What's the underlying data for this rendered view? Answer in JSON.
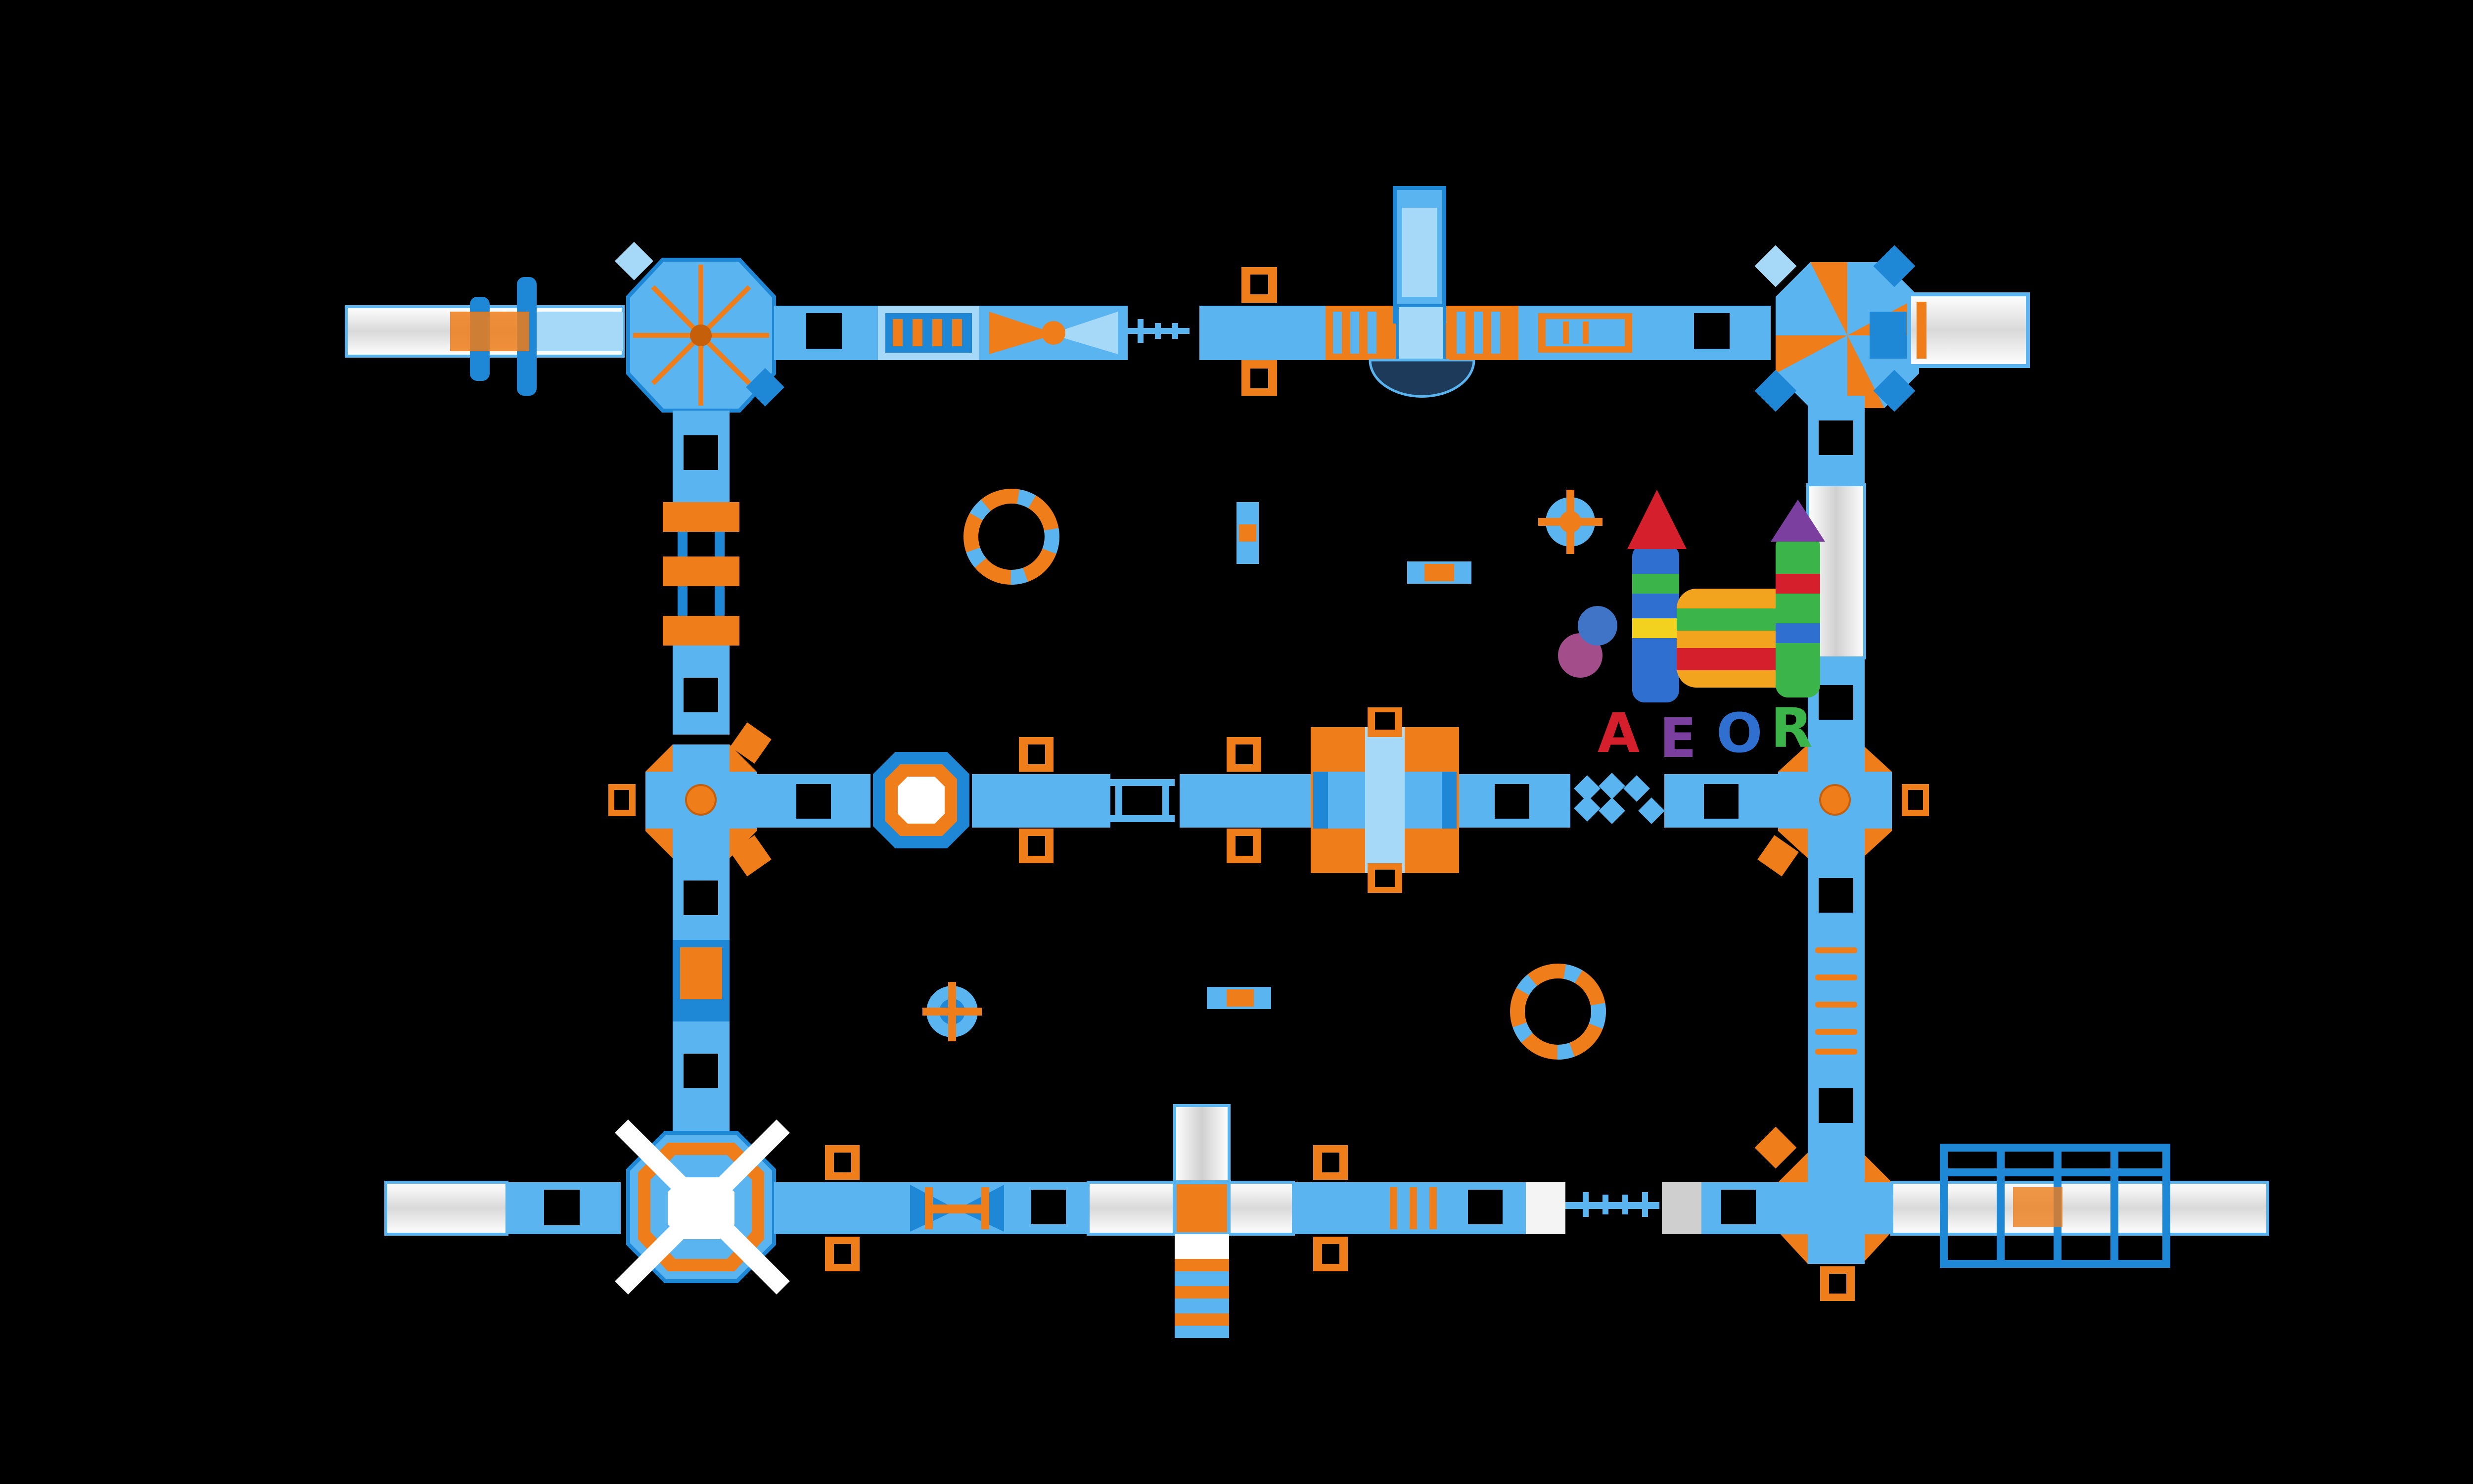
{
  "image": {
    "description_visible": false
  },
  "colors": {
    "background": "#000000",
    "blue": "#5ab4ef",
    "blue_dark": "#1e88d6",
    "blue_light": "#a6d8f7",
    "orange": "#ee7d1a",
    "orange_dark": "#c65f0a",
    "white": "#f4f4f4",
    "grey": "#cfcfcf"
  },
  "logo": {
    "letters": [
      "A",
      "E",
      "O",
      "R"
    ],
    "letter_colors": [
      "#d61f2c",
      "#7b3fa0",
      "#2f6fd0",
      "#3bb54a"
    ],
    "icon_name": "bounce-castle-logo-icon"
  },
  "legend_icons": [
    "water-slide-icon",
    "octagon-tower-icon",
    "walkway-icon",
    "climbing-net-icon",
    "trampoline-ring-icon",
    "ladder-icon",
    "jump-platform-icon",
    "balance-beam-icon"
  ]
}
